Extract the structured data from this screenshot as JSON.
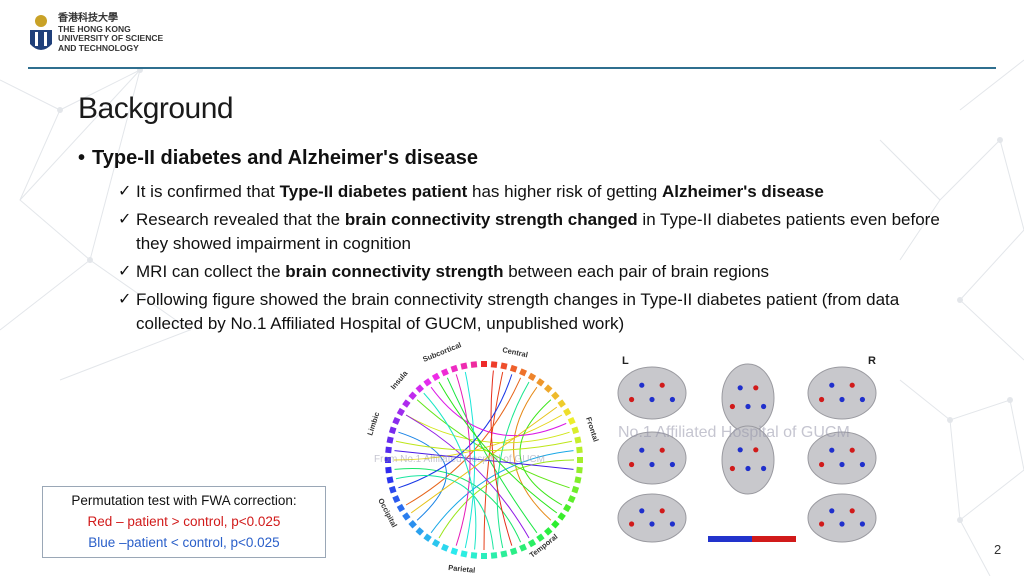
{
  "logo": {
    "chinese": "香港科技大學",
    "line1": "THE HONG KONG",
    "line2": "UNIVERSITY OF SCIENCE",
    "line3": "AND TECHNOLOGY"
  },
  "slide": {
    "title": "Background",
    "bullet": "Type-II diabetes and Alzheimer's disease",
    "items": [
      {
        "pre": "It is confirmed that ",
        "b1": "Type-II diabetes patient",
        "mid": " has higher risk of getting ",
        "b2": "Alzheimer's disease",
        "post": ""
      },
      {
        "pre": "Research revealed that the ",
        "b1": "brain connectivity strength changed",
        "mid": " in Type-II diabetes patients even before they showed impairment in cognition",
        "b2": "",
        "post": ""
      },
      {
        "pre": "MRI can collect the ",
        "b1": "brain connectivity strength",
        "mid": " between each pair of brain regions",
        "b2": "",
        "post": ""
      },
      {
        "pre": "Following figure showed the brain connectivity strength changes in Type-II diabetes patient (from data collected by No.1 Affiliated Hospital of GUCM, unpublished work)",
        "b1": "",
        "mid": "",
        "b2": "",
        "post": ""
      }
    ],
    "page_number": "2"
  },
  "permutation": {
    "line1": "Permutation test with FWA correction:",
    "line2": "Red – patient > control, p<0.025",
    "line3": "Blue –patient < control, p<0.025"
  },
  "circle_figure": {
    "labels": [
      "Subcortical",
      "Central",
      "Frontal",
      "Temporal",
      "Parietal",
      "Occipital",
      "Limbic",
      "Insula"
    ],
    "watermark": "From No.1 Affiliated Hospital of GUCM"
  },
  "brain_figure": {
    "left_label": "L",
    "right_label": "R",
    "watermark": "No.1 Affiliated Hospital of GUCM"
  },
  "colors": {
    "red": "#d11a1a",
    "blue": "#2a5fc9",
    "rule": "#2f6f8f"
  }
}
